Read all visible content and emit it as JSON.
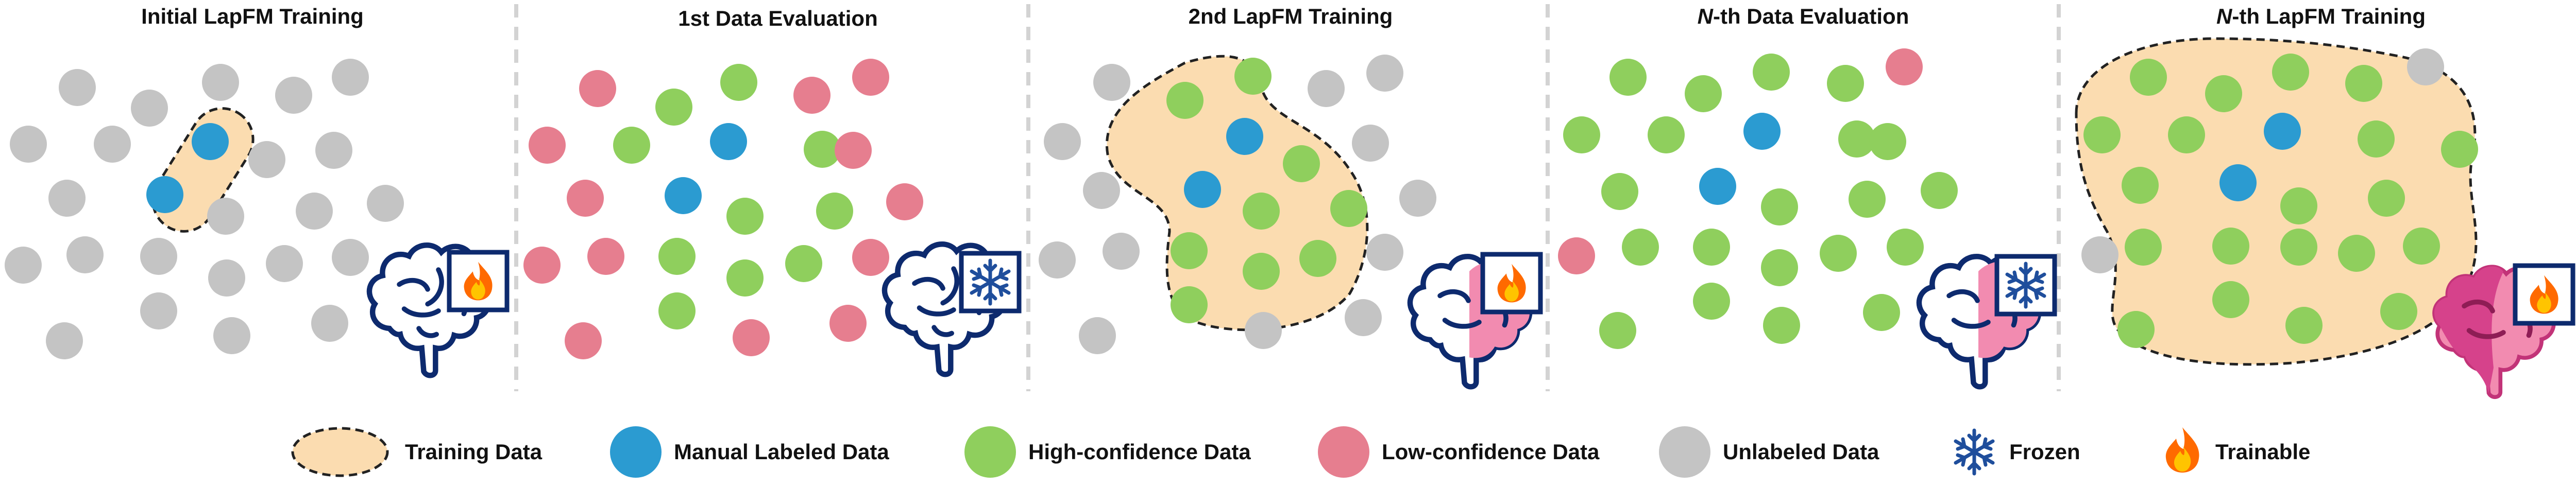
{
  "colors": {
    "training_fill": "#fbdcb0",
    "manual": "#2b9bd1",
    "high": "#8fcf5d",
    "low": "#e67e8f",
    "unlabeled": "#c4c4c4",
    "brain_outline": "#0d2a6e",
    "brain_pink": "#f28bb0",
    "brain_magenta": "#d6428b",
    "flame_outer": "#ff6a00",
    "flame_inner": "#ffc400",
    "snow": "#1f4e9c"
  },
  "panels": [
    {
      "title_prefix": "",
      "title_suffix": "Initial LapFM Training",
      "icon": "fire-icon",
      "brain": "outline"
    },
    {
      "title_prefix": "",
      "title_suffix": "1st Data Evaluation",
      "icon": "snowflake-icon",
      "brain": "outline"
    },
    {
      "title_prefix": "",
      "title_suffix": "2nd LapFM Training",
      "icon": "fire-icon",
      "brain": "half-pink"
    },
    {
      "title_prefix": "N",
      "title_suffix": "-th Data Evaluation",
      "icon": "snowflake-icon",
      "brain": "half-pink"
    },
    {
      "title_prefix": "N",
      "title_suffix": "-th LapFM Training",
      "icon": "fire-icon",
      "brain": "magenta"
    }
  ],
  "legend": [
    {
      "name": "training-data",
      "label": "Training Data",
      "icon": "dashed-blob"
    },
    {
      "name": "manual-labeled-data",
      "label": "Manual Labeled Data",
      "icon": "blue-dot"
    },
    {
      "name": "high-confidence-data",
      "label": "High-confidence Data",
      "icon": "green-dot"
    },
    {
      "name": "low-confidence-data",
      "label": "Low-confidence Data",
      "icon": "red-dot"
    },
    {
      "name": "unlabeled-data",
      "label": "Unlabeled Data",
      "icon": "gray-dot"
    },
    {
      "name": "frozen",
      "label": "Frozen",
      "icon": "snowflake-icon"
    },
    {
      "name": "trainable",
      "label": "Trainable",
      "icon": "fire-icon"
    }
  ]
}
